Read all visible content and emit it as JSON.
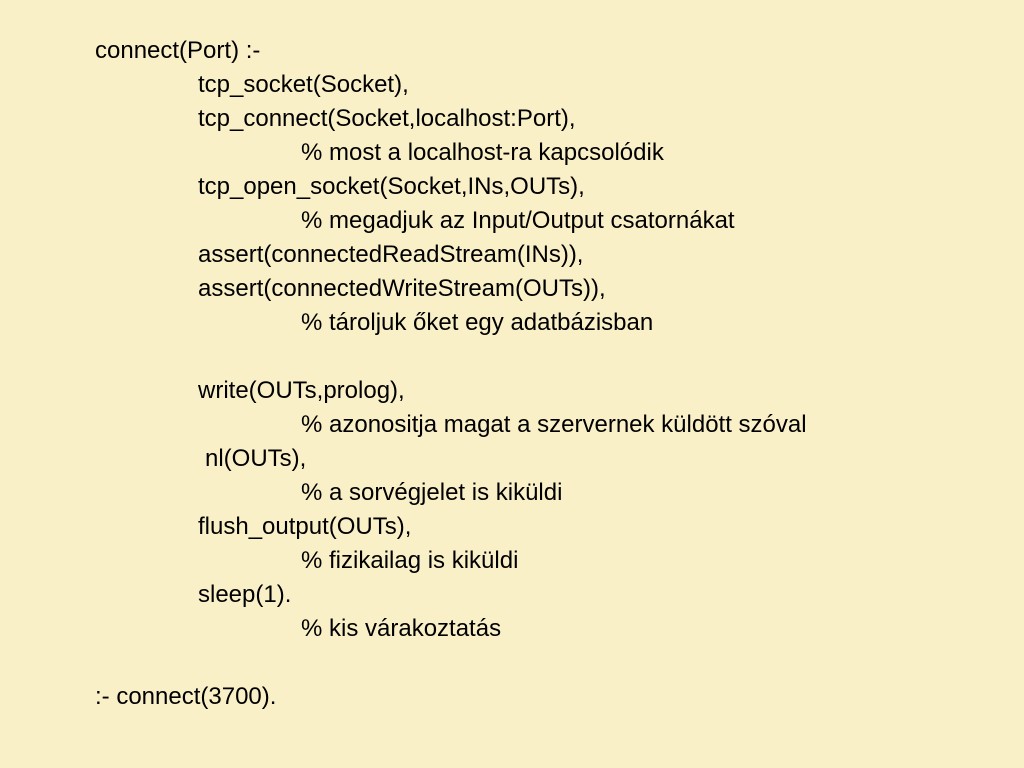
{
  "slide": {
    "background_color": "#FAF0C8",
    "text_color": "#000000",
    "lines": [
      {
        "text": "connect(Port) :-",
        "indent": "0"
      },
      {
        "text": "tcp_socket(Socket),",
        "indent": "1"
      },
      {
        "text": "tcp_connect(Socket,localhost:Port),",
        "indent": "1"
      },
      {
        "text": "% most a localhost-ra kapcsolódik",
        "indent": "2"
      },
      {
        "text": "tcp_open_socket(Socket,INs,OUTs),",
        "indent": "1"
      },
      {
        "text": "% megadjuk az Input/Output csatornákat",
        "indent": "2"
      },
      {
        "text": "assert(connectedReadStream(INs)),",
        "indent": "1"
      },
      {
        "text": "assert(connectedWriteStream(OUTs)),",
        "indent": "1"
      },
      {
        "text": "% tároljuk őket egy adatbázisban",
        "indent": "2"
      },
      {
        "text": "",
        "indent": "0"
      },
      {
        "text": "write(OUTs,prolog),",
        "indent": "1"
      },
      {
        "text": "% azonositja magat a szervernek küldött szóval",
        "indent": "2"
      },
      {
        "text": "nl(OUTs),",
        "indent": "1s"
      },
      {
        "text": "% a sorvégjelet is kiküldi",
        "indent": "2"
      },
      {
        "text": "flush_output(OUTs),",
        "indent": "1"
      },
      {
        "text": "% fizikailag is kiküldi",
        "indent": "2"
      },
      {
        "text": "sleep(1).",
        "indent": "1"
      },
      {
        "text": "% kis várakoztatás",
        "indent": "2"
      },
      {
        "text": "",
        "indent": "0"
      },
      {
        "text": ":- connect(3700).",
        "indent": "0"
      }
    ]
  }
}
